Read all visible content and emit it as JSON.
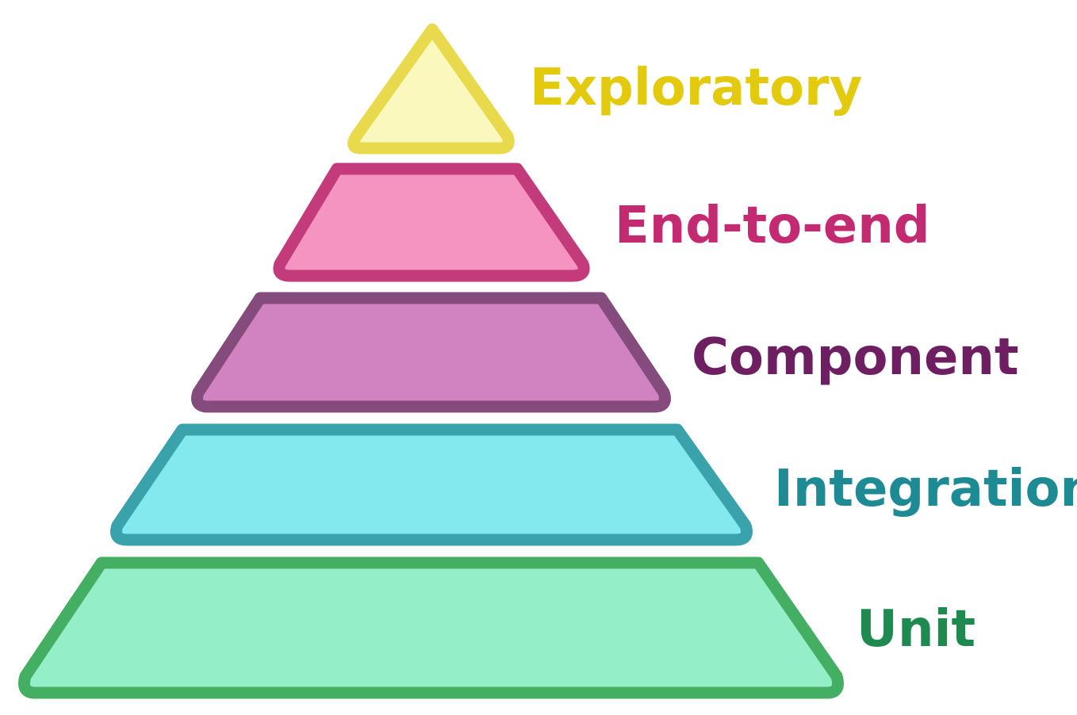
{
  "diagram": {
    "levels": [
      {
        "label": "Exploratory",
        "shape": "triangle",
        "fill": "#FBF8BE",
        "stroke": "#E8DA4C",
        "text_color": "#E3CA0E"
      },
      {
        "label": "End-to-end",
        "shape": "trapezoid",
        "fill": "#F594C0",
        "stroke": "#C33B7A",
        "text_color": "#C42A72"
      },
      {
        "label": "Component",
        "shape": "trapezoid",
        "fill": "#D083C0",
        "stroke": "#844B7C",
        "text_color": "#6E1F62"
      },
      {
        "label": "Integration",
        "shape": "trapezoid",
        "fill": "#84E9EE",
        "stroke": "#3AA2AB",
        "text_color": "#1E8A94"
      },
      {
        "label": "Unit",
        "shape": "trapezoid",
        "fill": "#94EEC8",
        "stroke": "#44AE63",
        "text_color": "#1F8A4F"
      }
    ]
  }
}
